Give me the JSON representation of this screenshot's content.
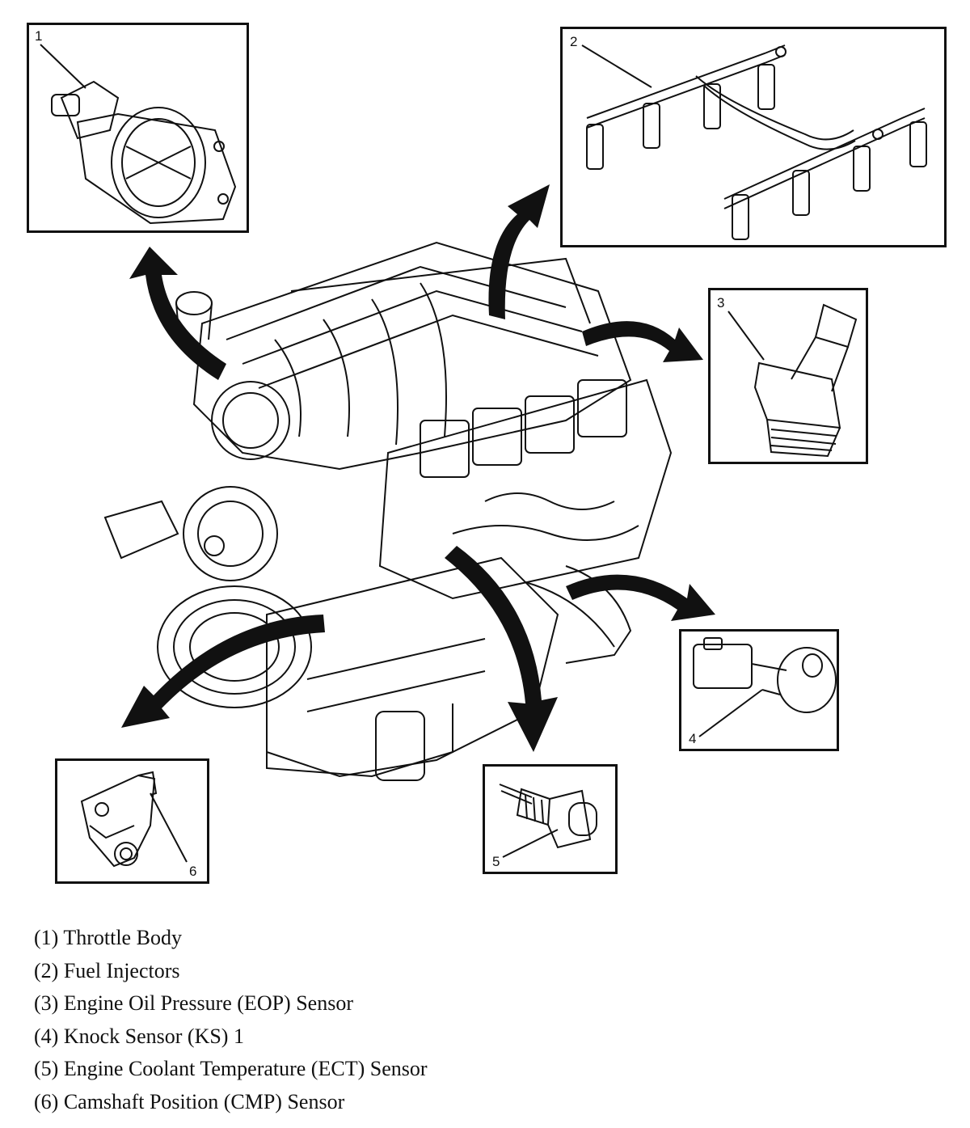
{
  "callouts": {
    "c1": "1",
    "c2": "2",
    "c3": "3",
    "c4": "4",
    "c5": "5",
    "c6": "6"
  },
  "legend": [
    "(1) Throttle Body",
    "(2) Fuel Injectors",
    "(3) Engine Oil Pressure (EOP) Sensor",
    "(4) Knock Sensor (KS) 1",
    "(5) Engine Coolant Temperature (ECT) Sensor",
    "(6) Camshaft Position (CMP) Sensor"
  ],
  "icons": {
    "engine": "engine-illustration",
    "throttle_body": "throttle-body-icon",
    "fuel_injectors": "fuel-injectors-icon",
    "eop_sensor": "oil-pressure-sensor-icon",
    "knock_sensor": "knock-sensor-icon",
    "ect_sensor": "coolant-temp-sensor-icon",
    "cmp_sensor": "camshaft-sensor-icon"
  }
}
